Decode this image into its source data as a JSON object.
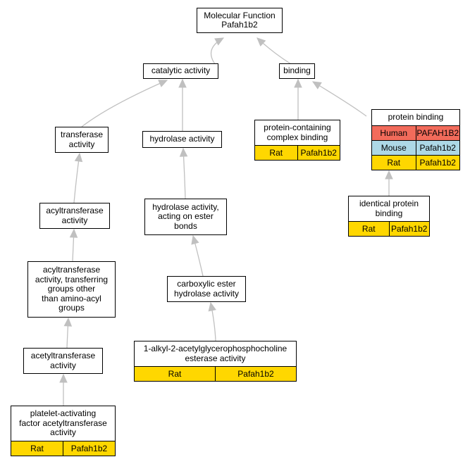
{
  "nodes": {
    "mf": {
      "label": "Molecular Function\nPafah1b2"
    },
    "catalytic": {
      "label": "catalytic activity"
    },
    "binding": {
      "label": "binding"
    },
    "transferase": {
      "label": "transferase\nactivity"
    },
    "hydrolase": {
      "label": "hydrolase activity"
    },
    "protein_complex": {
      "label": "protein-containing\ncomplex binding",
      "annotations": [
        {
          "species": "Rat",
          "gene": "Pafah1b2"
        }
      ]
    },
    "protein_binding": {
      "label": "protein binding",
      "annotations": [
        {
          "species": "Human",
          "gene": "PAFAH1B2"
        },
        {
          "species": "Mouse",
          "gene": "Pafah1b2"
        },
        {
          "species": "Rat",
          "gene": "Pafah1b2"
        }
      ]
    },
    "acyltransferase": {
      "label": "acyltransferase\nactivity"
    },
    "hydrolase_ester": {
      "label": "hydrolase activity,\nacting on ester\nbonds"
    },
    "identical_protein": {
      "label": "identical protein\nbinding",
      "annotations": [
        {
          "species": "Rat",
          "gene": "Pafah1b2"
        }
      ]
    },
    "acyltransferase_other": {
      "label": "acyltransferase\nactivity, transferring\ngroups other\nthan amino-acyl\ngroups"
    },
    "carboxylic": {
      "label": "carboxylic ester\nhydrolase activity"
    },
    "acetyltransferase": {
      "label": "acetyltransferase\nactivity"
    },
    "alkyl": {
      "label": "1-alkyl-2-acetylglycerophosphocholine\nesterase activity",
      "annotations": [
        {
          "species": "Rat",
          "gene": "Pafah1b2"
        }
      ]
    },
    "paf_acetyl": {
      "label": "platelet-activating\nfactor acetyltransferase\nactivity",
      "annotations": [
        {
          "species": "Rat",
          "gene": "Pafah1b2"
        }
      ]
    }
  },
  "colors": {
    "edge": "#c0c0c0",
    "Human": "#f26b5b",
    "Mouse": "#add8e6",
    "Rat": "#ffd700"
  }
}
